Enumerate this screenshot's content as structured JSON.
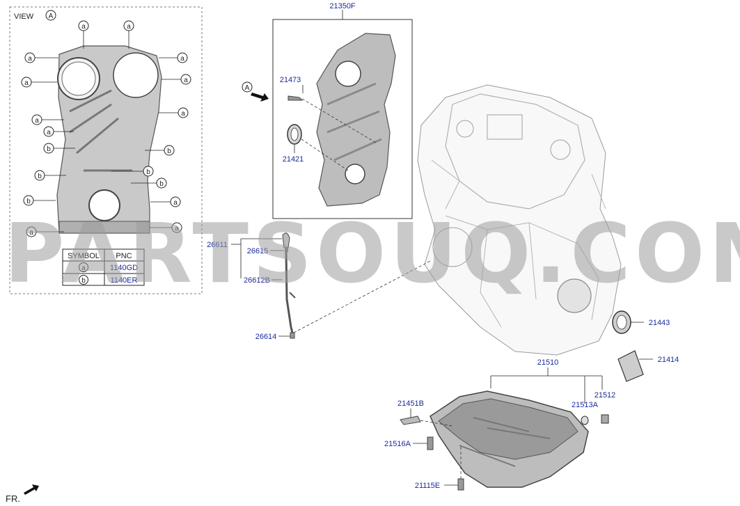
{
  "view": {
    "title": "VIEW",
    "view_letter": "A",
    "table": {
      "headers": [
        "SYMBOL",
        "PNC"
      ],
      "rows": [
        {
          "symbol": "a",
          "pnc": "1140GD"
        },
        {
          "symbol": "b",
          "pnc": "1140ER"
        }
      ]
    },
    "callouts": [
      "a",
      "a",
      "a",
      "a",
      "a",
      "a",
      "a",
      "a",
      "a",
      "a",
      "b",
      "b",
      "b",
      "b",
      "b",
      "b",
      "a",
      "a"
    ]
  },
  "parts": {
    "p21350F": "21350F",
    "p21473": "21473",
    "p21421": "21421",
    "p26611": "26611",
    "p26615": "26615",
    "p26612B": "26612B",
    "p26614": "26614",
    "p21443": "21443",
    "p21414": "21414",
    "p21510": "21510",
    "p21451B": "21451B",
    "p21513A": "21513A",
    "p21512": "21512",
    "p21516A": "21516A",
    "p21115E": "21115E"
  },
  "view_arrow_letter": "A",
  "front_label": "FR.",
  "watermark": "PARTSOUQ.COM",
  "colors": {
    "part_number": "#1a2a9a",
    "line": "#222222",
    "part_fill": "#bdbdbd",
    "part_stroke": "#555555",
    "watermark": "#9c9c9c"
  }
}
